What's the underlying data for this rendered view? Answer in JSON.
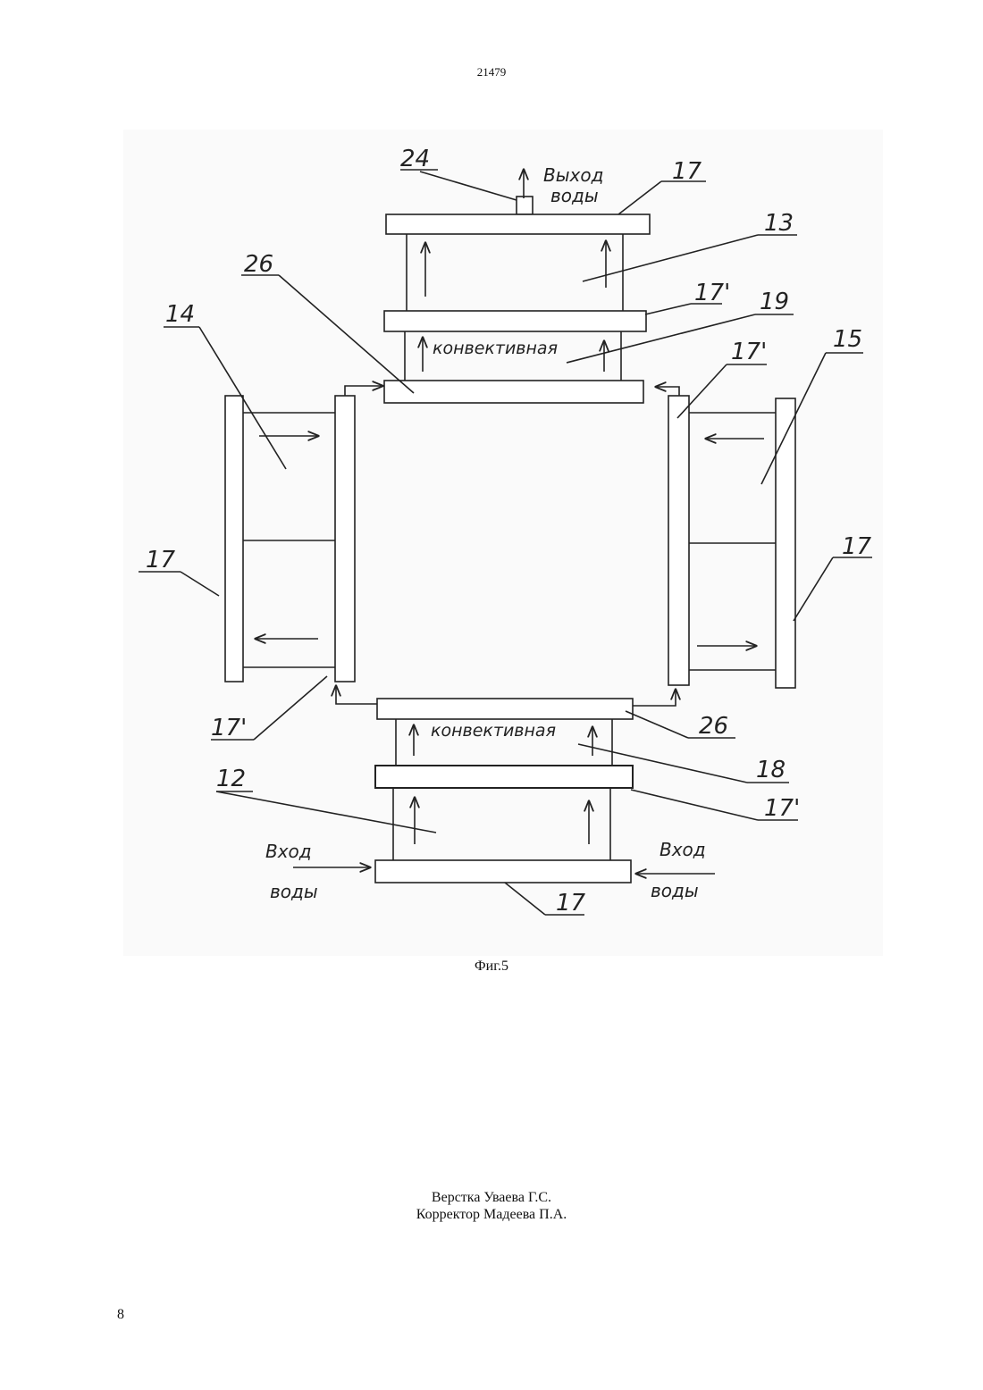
{
  "header": {
    "doc_number": "21479"
  },
  "figure": {
    "caption": "Фиг.5",
    "callouts": {
      "n24": "24",
      "n17_top": "17",
      "n13": "13",
      "n26_top": "26",
      "n17p_top": "17'",
      "n19": "19",
      "n14": "14",
      "n17p_upper_right": "17'",
      "n15": "15",
      "n17_left": "17",
      "n17_right": "17",
      "n17p_lower_left": "17'",
      "n26_bottom": "26",
      "n18": "18",
      "n12": "12",
      "n17p_bottom": "17'",
      "n17_bottom": "17"
    },
    "labels": {
      "water_out_l1": "Выход",
      "water_out_l2": "воды",
      "convective_top": "конвективная",
      "convective_bottom": "конвективная",
      "water_in_left_l1": "Вход",
      "water_in_left_l2": "воды",
      "water_in_right_l1": "Вход",
      "water_in_right_l2": "воды"
    }
  },
  "credits": {
    "layout": "Верстка Уваева Г.С.",
    "corrector": "Корректор Мадеева П.А."
  },
  "page_number": "8"
}
